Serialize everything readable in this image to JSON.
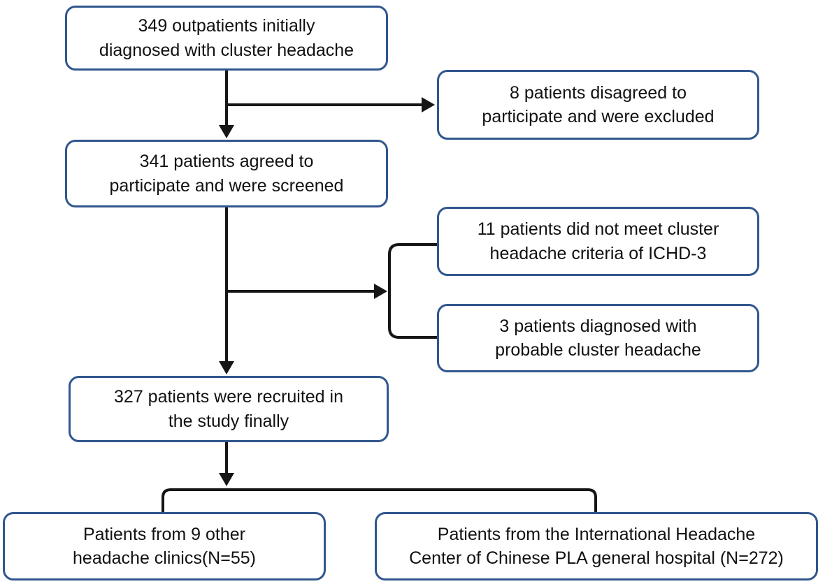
{
  "colors": {
    "box_border": "#31568e",
    "connector": "#161616",
    "text": "#111111",
    "background": "#ffffff"
  },
  "diagram": {
    "type": "flowchart",
    "nodes": [
      {
        "id": "box-349-outpatients",
        "text": "349 outpatients initially\ndiagnosed with cluster headache"
      },
      {
        "id": "box-8-excluded",
        "text": "8 patients disagreed to\nparticipate and were excluded"
      },
      {
        "id": "box-341-screened",
        "text": "341 patients agreed to\nparticipate and were screened"
      },
      {
        "id": "box-11-not-meet-ichd3",
        "text": "11 patients did not meet cluster\nheadache criteria of ICHD-3"
      },
      {
        "id": "box-3-probable",
        "text": "3 patients diagnosed with\nprobable cluster headache"
      },
      {
        "id": "box-327-recruited",
        "text": "327 patients were recruited in\nthe study finally"
      },
      {
        "id": "box-other-clinics",
        "text": "Patients from 9 other\nheadache clinics(N=55)"
      },
      {
        "id": "box-ihc-pla-hospital",
        "text": "Patients from the International Headache\nCenter of Chinese PLA general hospital (N=272)"
      }
    ],
    "edges": [
      {
        "from": "box-349-outpatients",
        "to": "box-341-screened",
        "type": "arrow-down"
      },
      {
        "from": "box-349-outpatients",
        "to": "box-8-excluded",
        "type": "arrow-right"
      },
      {
        "from": "box-341-screened",
        "to": "box-327-recruited",
        "type": "arrow-down"
      },
      {
        "from": "box-341-screened",
        "to": [
          "box-11-not-meet-ichd3",
          "box-3-probable"
        ],
        "type": "arrow-right-bracket"
      },
      {
        "from": "box-327-recruited",
        "to": [
          "box-other-clinics",
          "box-ihc-pla-hospital"
        ],
        "type": "split-down"
      }
    ]
  }
}
